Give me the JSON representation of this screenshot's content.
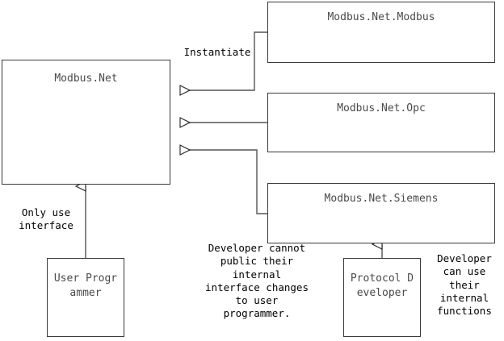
{
  "diagram": {
    "title": "Modbus.Net architecture relationship diagram",
    "background_color": "#ffffff",
    "line_color": "#3a3a3a",
    "text_color": "#4a4a4a",
    "note_color": "#000000",
    "boxes": {
      "core": {
        "label": "Modbus.Net"
      },
      "modbus": {
        "label": "Modbus.Net.Modbus"
      },
      "opc": {
        "label": "Modbus.Net.Opc"
      },
      "siemens": {
        "label": "Modbus.Net.Siemens"
      },
      "user_programmer": {
        "label": "User Programmer"
      },
      "protocol_developer": {
        "label": "Protocol Developer"
      }
    },
    "notes": {
      "instantiate": "Instantiate",
      "only_use_interface": "Only use\ninterface",
      "developer_cannot_public": "Developer cannot\npublic their\ninternal\ninterface changes\nto user\nprogrammer.",
      "developer_can_use": "Developer\ncan use\ntheir\ninternal\nfunctions"
    }
  }
}
